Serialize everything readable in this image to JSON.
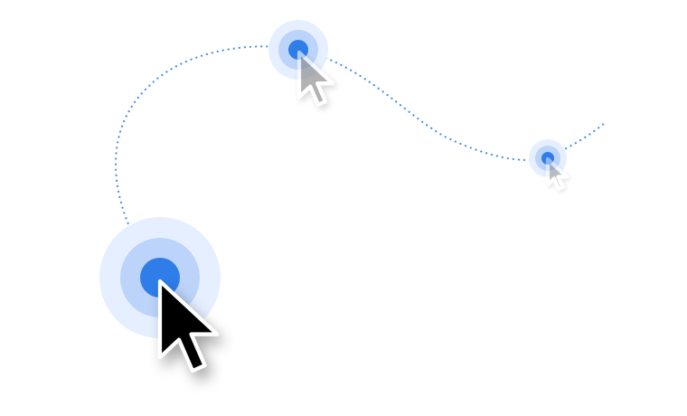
{
  "diagram": {
    "type": "cursor-motion-path",
    "path_style": "dotted",
    "colors": {
      "path": "#4a8fe6",
      "click_core": "#2f7de9",
      "click_ring_inner": "#bcd4fa",
      "click_ring_outer": "#e6efff",
      "cursor_primary_fill": "#000000",
      "cursor_trail_fill": "#808080",
      "cursor_outline": "#ffffff"
    },
    "cursors": [
      {
        "name": "current",
        "role": "current-position",
        "icon": "arrow-pointer-icon",
        "opacity": 1.0
      },
      {
        "name": "trail-1",
        "role": "previous-position",
        "icon": "arrow-pointer-icon",
        "opacity": 0.6
      },
      {
        "name": "trail-2",
        "role": "previous-position",
        "icon": "arrow-pointer-icon",
        "opacity": 0.45
      }
    ]
  }
}
